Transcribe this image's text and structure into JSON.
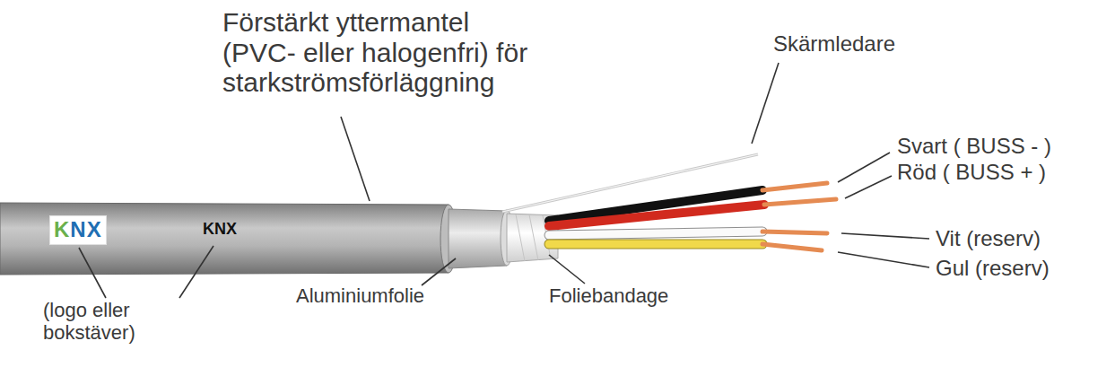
{
  "diagram": {
    "labels": [
      "Förstärkt yttermantel (PVC- eller halogenfri) för starkströmsförläggning",
      "Skärmledare",
      "Svart ( BUSS - )",
      "Röd ( BUSS + )",
      "Vit (reserv)",
      "Gul (reserv)",
      "KNX",
      "KNX",
      "(logo eller bokstäver)",
      "Aluminiumfolie",
      "Foliebandage"
    ]
  }
}
